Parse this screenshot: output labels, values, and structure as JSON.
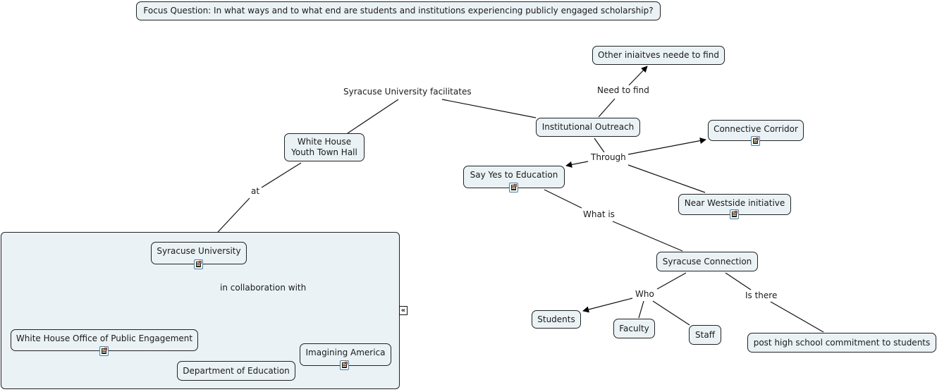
{
  "focus_question": "Focus Question: In what ways and to what end are students and institutions experiencing publicly engaged scholarship?",
  "concepts": {
    "other_initiatives": "Other iniaitves neede to find",
    "institutional_outreach": "Institutional Outreach",
    "connective_corridor": "Connective Corridor",
    "say_yes": "Say Yes to Education",
    "near_westside": "Near Westside initiative",
    "white_house_town_hall": "White House\nYouth Town Hall",
    "syracuse_university": "Syracuse University",
    "wh_office_public_engagement": "White House Office of Public Engagement",
    "dept_education": "Department of Education",
    "imagining_america": "Imagining America",
    "syracuse_connection": "Syracuse Connection",
    "students": "Students",
    "faculty": "Faculty",
    "staff": "Staff",
    "post_high_school": "post high school commitment to students"
  },
  "linking_phrases": {
    "su_facilitates": "Syracuse University facilitates",
    "need_to_find": "Need to find",
    "through": "Through",
    "what_is": "What is",
    "at": "at",
    "in_collaboration_with": "in collaboration with",
    "who": "Who",
    "is_there": "Is there"
  },
  "resource_icon": "document-image-icon",
  "collapse_icon": "double-chevron-left-icon",
  "collapse_glyph": "«"
}
